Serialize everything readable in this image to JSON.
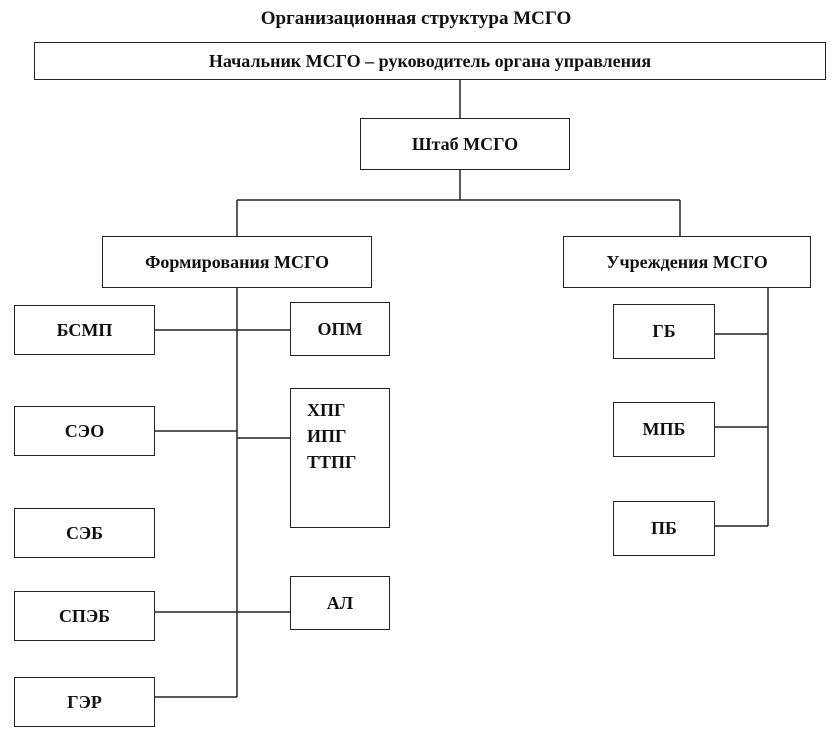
{
  "title": "Организационная структура МСГО",
  "nodes": {
    "head": "Начальник МСГО – руководитель органа управления",
    "staff": "Штаб МСГО",
    "formations": "Формирования МСГО",
    "institutions": "Учреждения МСГО",
    "bsmp": "БСМП",
    "seo": "СЭО",
    "seb": "СЭБ",
    "speb": "СПЭБ",
    "ger": "ГЭР",
    "opm": "ОПМ",
    "group_lines": [
      "ХПГ",
      "ИПГ",
      "ТТПГ"
    ],
    "al": "АЛ",
    "gb": "ГБ",
    "mpb": "МПБ",
    "pb": "ПБ"
  }
}
